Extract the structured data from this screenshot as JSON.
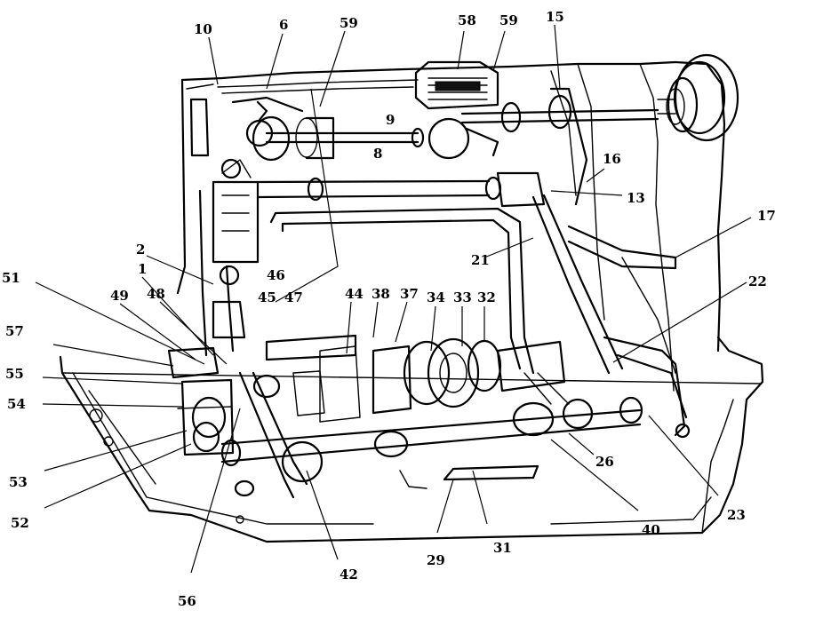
{
  "labels": [
    {
      "id": "10",
      "text": "10"
    },
    {
      "id": "6",
      "text": "6"
    },
    {
      "id": "59a",
      "text": "59"
    },
    {
      "id": "58",
      "text": "58"
    },
    {
      "id": "59b",
      "text": "59"
    },
    {
      "id": "15",
      "text": "15"
    },
    {
      "id": "9",
      "text": "9"
    },
    {
      "id": "8",
      "text": "8"
    },
    {
      "id": "16",
      "text": "16"
    },
    {
      "id": "13",
      "text": "13"
    },
    {
      "id": "17",
      "text": "17"
    },
    {
      "id": "2",
      "text": "2"
    },
    {
      "id": "21",
      "text": "21"
    },
    {
      "id": "46",
      "text": "46"
    },
    {
      "id": "51",
      "text": "51"
    },
    {
      "id": "1",
      "text": "1"
    },
    {
      "id": "49",
      "text": "49"
    },
    {
      "id": "48",
      "text": "48"
    },
    {
      "id": "45",
      "text": "45"
    },
    {
      "id": "47",
      "text": "47"
    },
    {
      "id": "44",
      "text": "44"
    },
    {
      "id": "38",
      "text": "38"
    },
    {
      "id": "37",
      "text": "37"
    },
    {
      "id": "34",
      "text": "34"
    },
    {
      "id": "33",
      "text": "33"
    },
    {
      "id": "32",
      "text": "32"
    },
    {
      "id": "22",
      "text": "22"
    },
    {
      "id": "57",
      "text": "57"
    },
    {
      "id": "55",
      "text": "55"
    },
    {
      "id": "54",
      "text": "54"
    },
    {
      "id": "26",
      "text": "26"
    },
    {
      "id": "53",
      "text": "53"
    },
    {
      "id": "23",
      "text": "23"
    },
    {
      "id": "52",
      "text": "52"
    },
    {
      "id": "40",
      "text": "40"
    },
    {
      "id": "29",
      "text": "29"
    },
    {
      "id": "31",
      "text": "31"
    },
    {
      "id": "42",
      "text": "42"
    },
    {
      "id": "56",
      "text": "56"
    }
  ]
}
